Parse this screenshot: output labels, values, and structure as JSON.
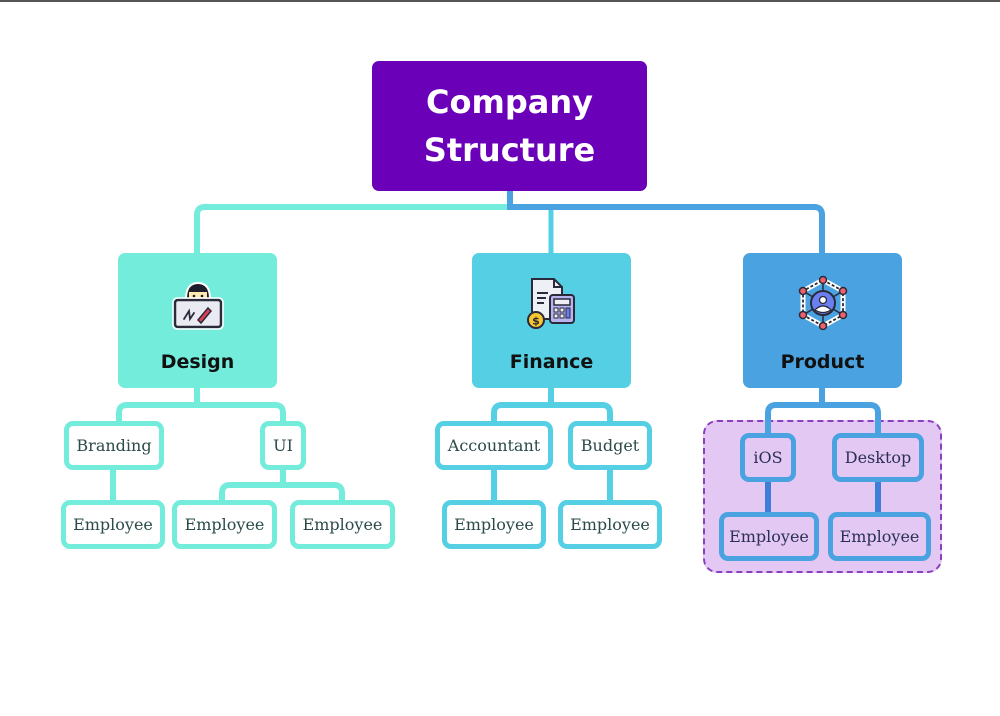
{
  "title": "Company Structure",
  "colors": {
    "title_bg": "#6a00b8",
    "design": "#74ecdb",
    "finance": "#55cfe3",
    "product": "#4aa3e0",
    "group_fill": "#e3c8f4",
    "group_border": "#8a3fc0"
  },
  "departments": [
    {
      "name": "Design",
      "icon": "designer-laptop-icon",
      "teams": [
        {
          "name": "Branding",
          "members": [
            "Employee"
          ]
        },
        {
          "name": "UI",
          "members": [
            "Employee",
            "Employee"
          ]
        }
      ]
    },
    {
      "name": "Finance",
      "icon": "invoice-calculator-icon",
      "teams": [
        {
          "name": "Accountant",
          "members": [
            "Employee"
          ]
        },
        {
          "name": "Budget",
          "members": [
            "Employee"
          ]
        }
      ]
    },
    {
      "name": "Product",
      "icon": "user-network-icon",
      "teams": [
        {
          "name": "iOS",
          "members": [
            "Employee"
          ]
        },
        {
          "name": "Desktop",
          "members": [
            "Employee"
          ]
        }
      ]
    }
  ]
}
